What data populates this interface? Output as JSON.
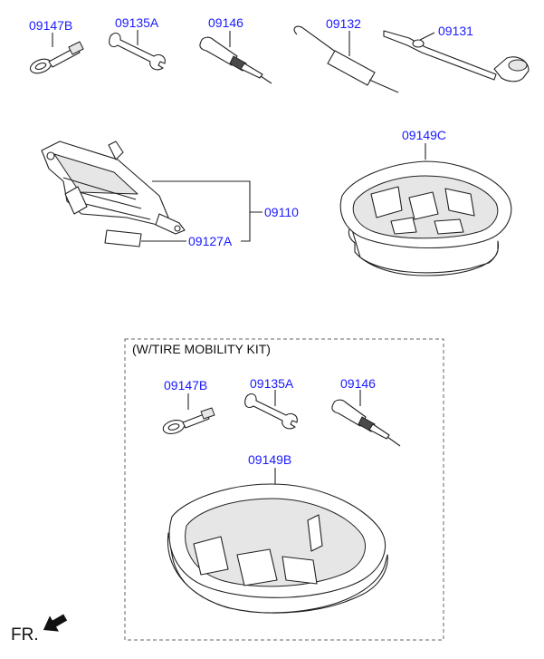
{
  "labels": {
    "top_eye_bolt": "09147B",
    "top_wrench": "09135A",
    "top_screwdriver": "09146",
    "top_hook": "09132",
    "top_handle": "09131",
    "tray_c": "09149C",
    "jack": "09110",
    "jack_label": "09127A",
    "kit_eye_bolt": "09147B",
    "kit_wrench": "09135A",
    "kit_screwdriver": "09146",
    "tray_b": "09149B"
  },
  "kit_box_title": "(W/TIRE MOBILITY KIT)",
  "direction_label": "FR.",
  "colors": {
    "label": "#1a1aff",
    "line": "#222222"
  },
  "icons": [
    "eye-bolt-icon",
    "wrench-icon",
    "screwdriver-icon",
    "hook-icon",
    "jack-handle-icon",
    "scissor-jack-icon",
    "tool-tray-icon",
    "arrow-icon"
  ]
}
